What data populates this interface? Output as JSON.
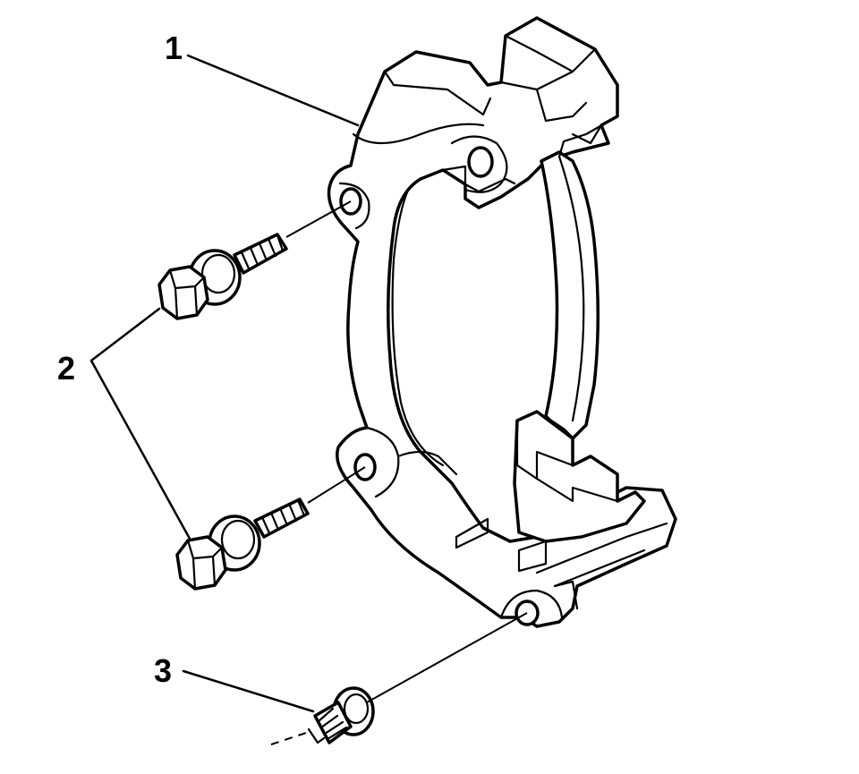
{
  "diagram": {
    "callouts": [
      {
        "id": "1",
        "label": "1",
        "part": "caliper-bracket"
      },
      {
        "id": "2",
        "label": "2",
        "part": "bracket-bolts"
      },
      {
        "id": "3",
        "label": "3",
        "part": "guide-pin-bolt"
      }
    ],
    "colors": {
      "ink": "#000000",
      "background": "#ffffff"
    }
  }
}
